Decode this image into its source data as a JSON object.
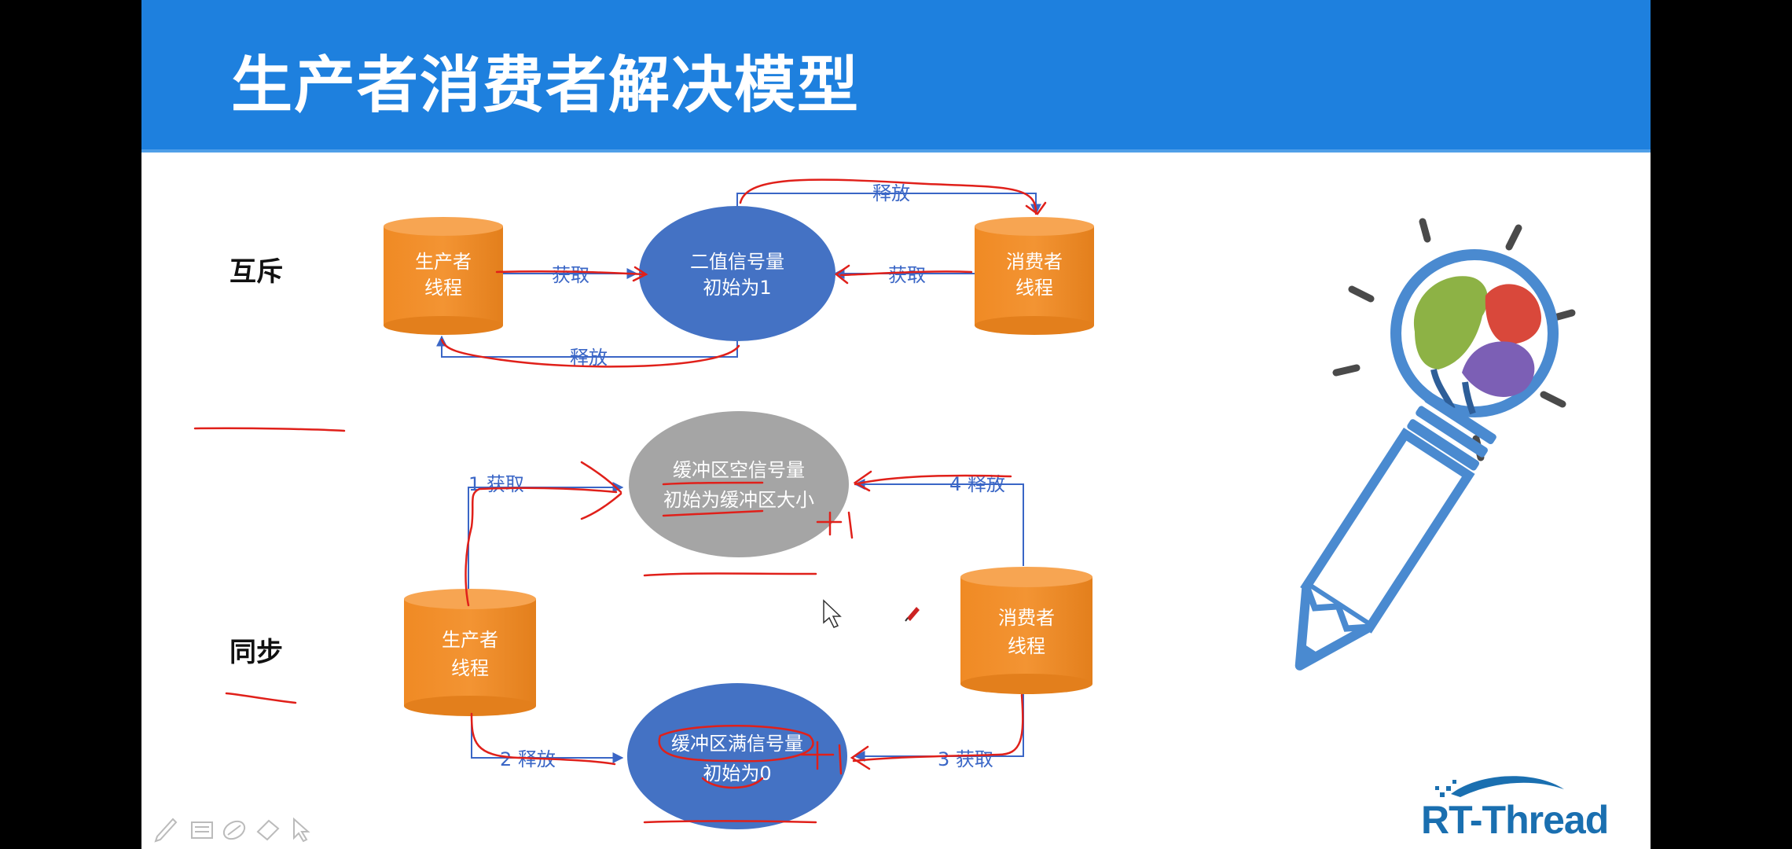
{
  "slide": {
    "title": "生产者消费者解决模型",
    "row_labels": {
      "mutex": "互斥",
      "sync": "同步"
    }
  },
  "mutex_diagram": {
    "producer": {
      "line1": "生产者",
      "line2": "线程"
    },
    "consumer": {
      "line1": "消费者",
      "line2": "线程"
    },
    "semaphore": {
      "line1": "二值信号量",
      "line2": "初始为1"
    },
    "edges": {
      "producer_acquire": "获取",
      "consumer_acquire": "获取",
      "release_top": "释放",
      "release_bottom": "释放"
    }
  },
  "sync_diagram": {
    "empty_sem": {
      "line1": "缓冲区空信号量",
      "line2": "初始为缓冲区大小"
    },
    "full_sem": {
      "line1": "缓冲区满信号量",
      "line2": "初始为0"
    },
    "producer": {
      "line1": "生产者",
      "line2": "线程"
    },
    "consumer": {
      "line1": "消费者",
      "line2": "线程"
    },
    "edges": {
      "step1": "1 获取",
      "step2": "2 释放",
      "step3": "3 获取",
      "step4": "4 释放"
    }
  },
  "colors": {
    "header": "#1e80de",
    "cylinder": "#f08a24",
    "semaphore_blue": "#4472c4",
    "semaphore_gray": "#a5a5a5",
    "edge": "#3a66c6",
    "annotation": "#e0201a"
  },
  "logo": {
    "text": "RT-Thread"
  },
  "annotation_toolbar": [
    "pen-icon",
    "highlighter-icon",
    "eraser-icon",
    "shape-icon",
    "cursor-icon"
  ]
}
